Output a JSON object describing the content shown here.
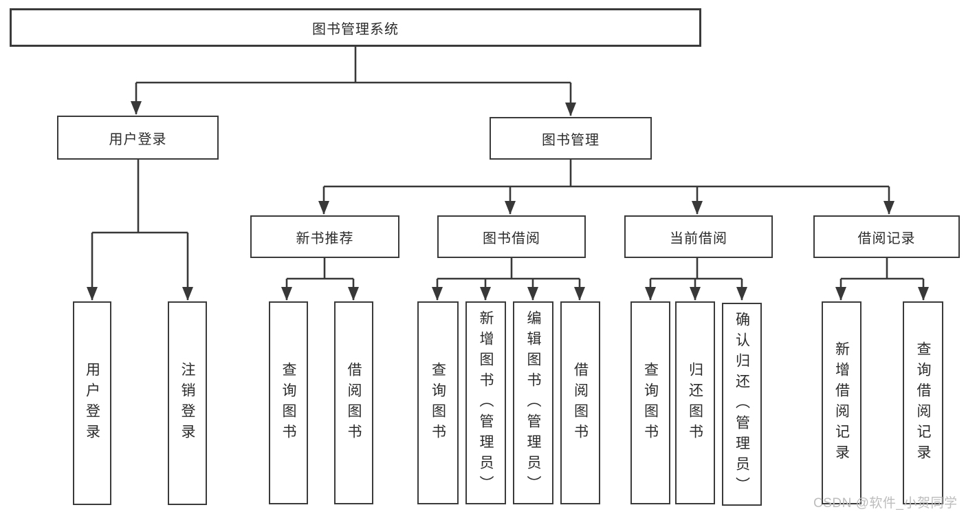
{
  "diagram": {
    "title": "图书管理系统",
    "root": {
      "label": "图书管理系统"
    },
    "branches": [
      {
        "label": "用户登录",
        "leaves": [
          {
            "label": "用户登录"
          },
          {
            "label": "注销登录"
          }
        ]
      },
      {
        "label": "图书管理",
        "groups": [
          {
            "label": "新书推荐",
            "leaves": [
              {
                "label": "查询图书"
              },
              {
                "label": "借阅图书"
              }
            ]
          },
          {
            "label": "图书借阅",
            "leaves": [
              {
                "label": "查询图书"
              },
              {
                "label": "新增图书（管理员）"
              },
              {
                "label": "编辑图书（管理员）"
              },
              {
                "label": "借阅图书"
              }
            ]
          },
          {
            "label": "当前借阅",
            "leaves": [
              {
                "label": "查询图书"
              },
              {
                "label": "归还图书"
              },
              {
                "label": "确认归还（管理员）"
              }
            ]
          },
          {
            "label": "借阅记录",
            "leaves": [
              {
                "label": "新增借阅记录"
              },
              {
                "label": "查询借阅记录"
              }
            ]
          }
        ]
      }
    ]
  },
  "watermark": {
    "text": "CSDN @软件_小贺同学",
    "color": "#bdbdbd"
  },
  "colors": {
    "line": "#383838",
    "box_border": "#3a3a3a",
    "box_fill": "#ffffff",
    "text": "#2b2b2b",
    "background": "#ffffff"
  }
}
